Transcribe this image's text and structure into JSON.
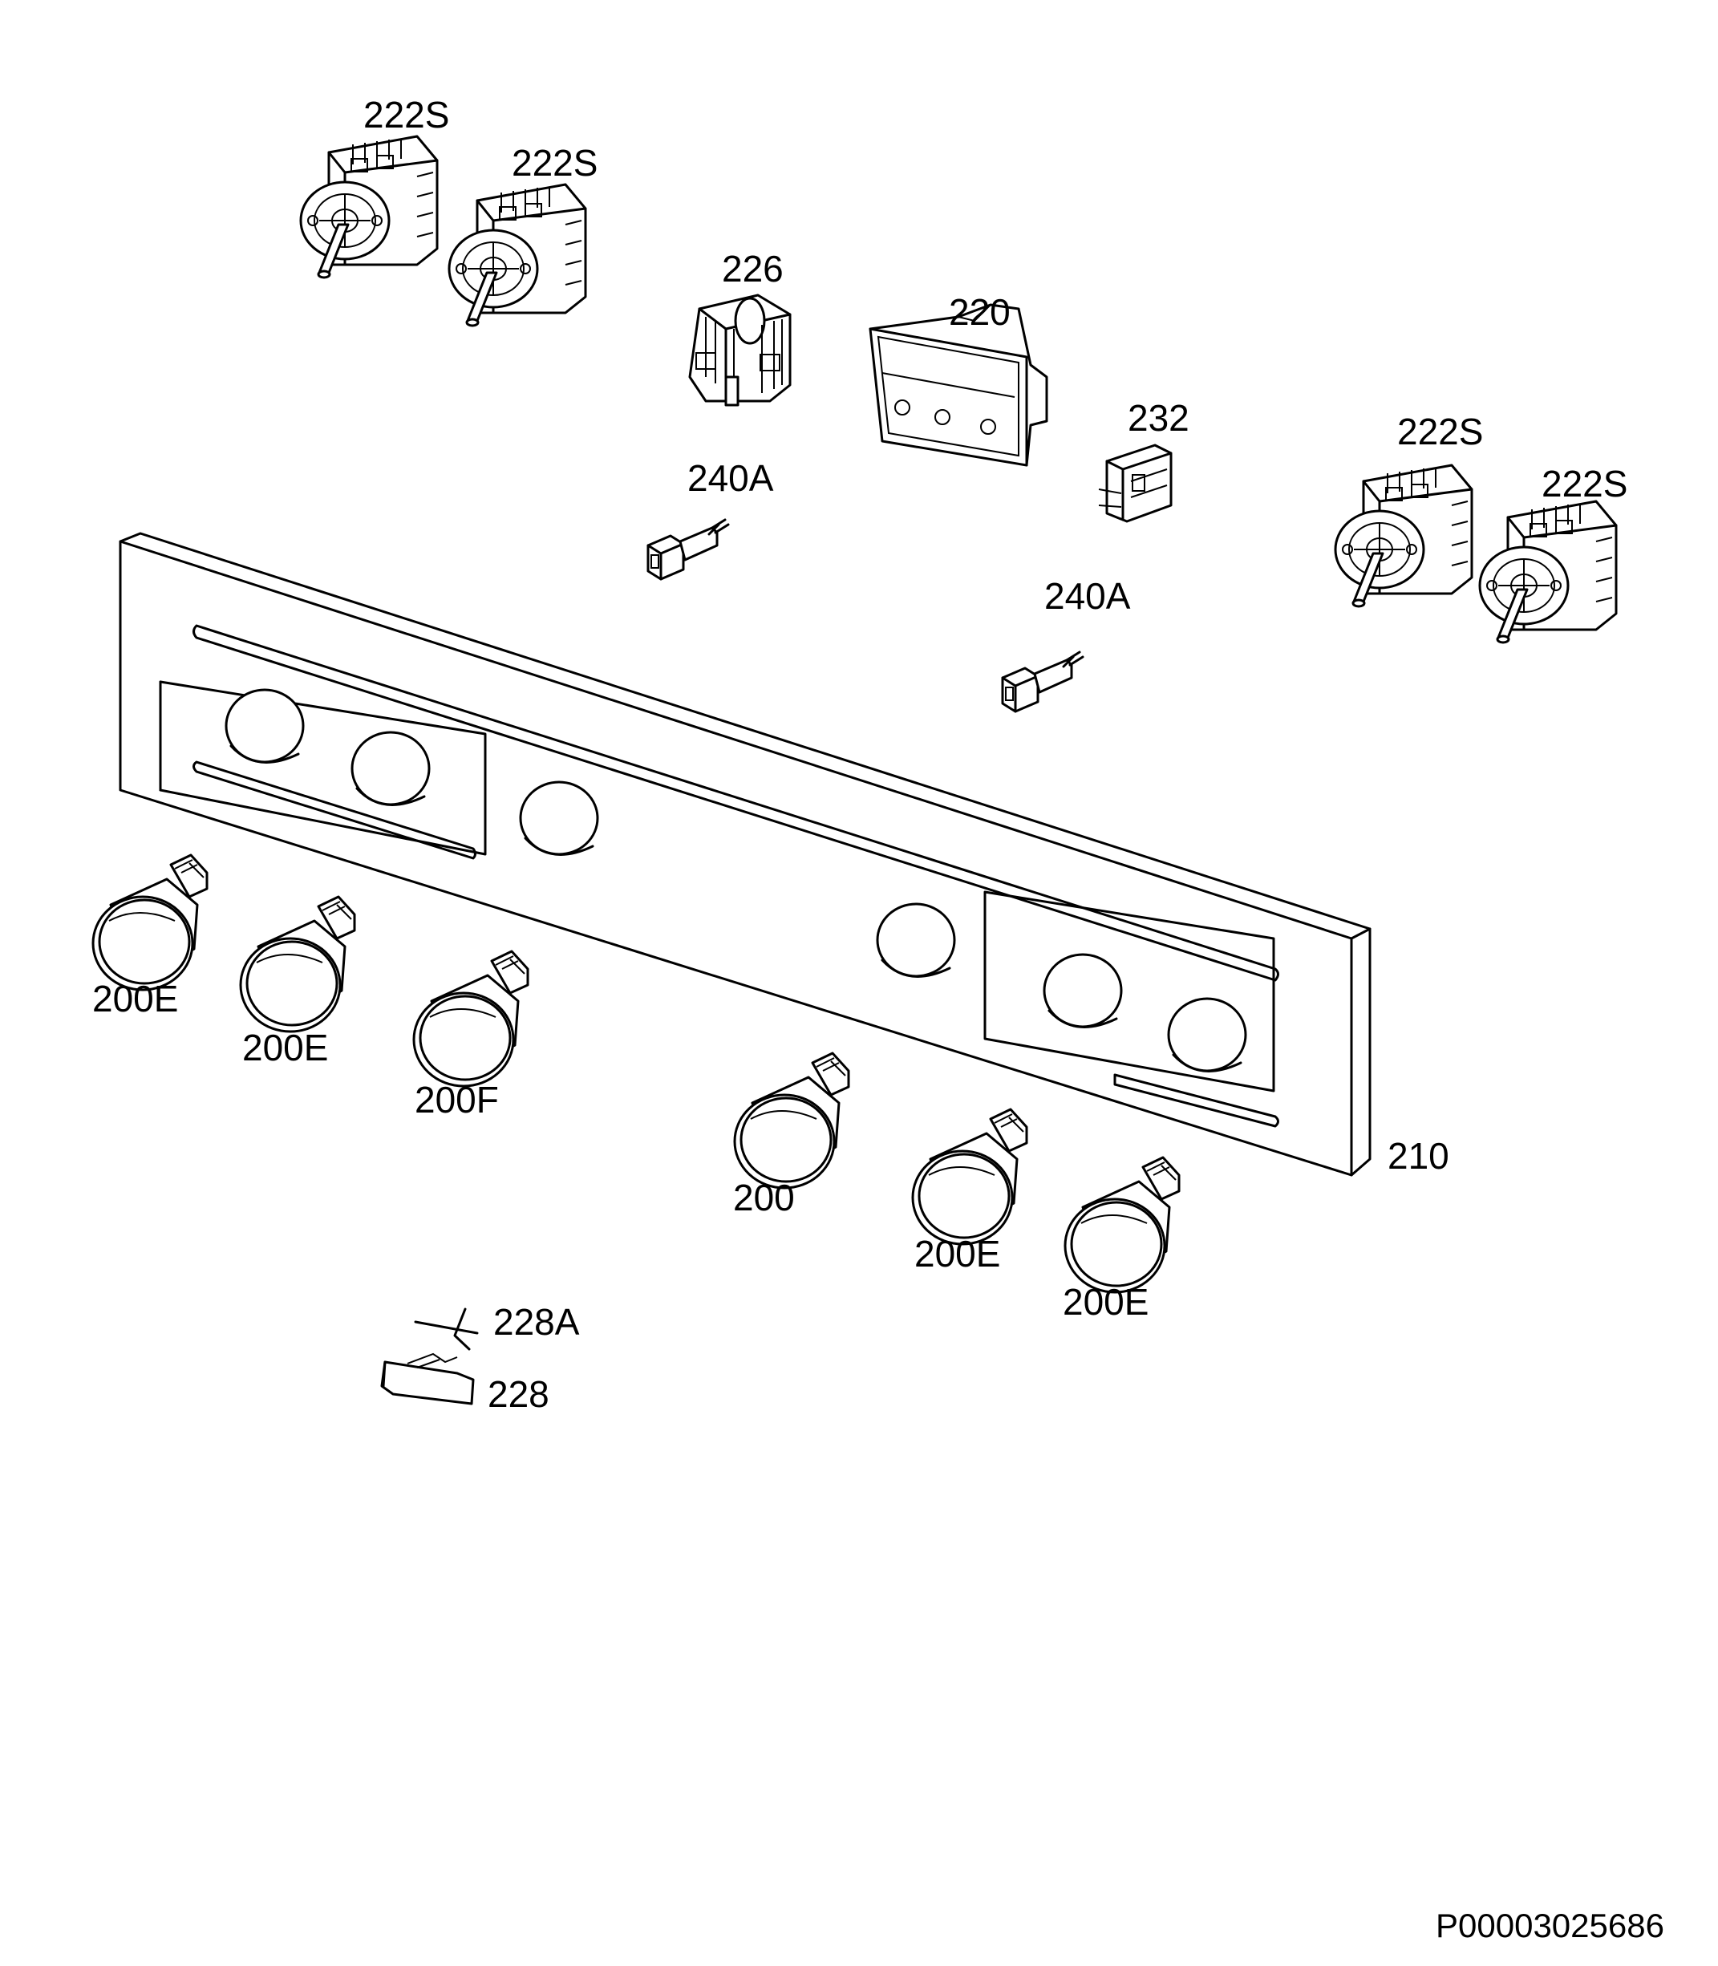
{
  "labels": {
    "selector_tl1": "222S",
    "selector_tl2": "222S",
    "selector_r1": "222S",
    "selector_r2": "222S",
    "switch": "226",
    "bezel": "220",
    "thermostat": "232",
    "lamp_left": "240A",
    "lamp_right": "240A",
    "panel": "210",
    "knob1": "200E",
    "knob2": "200E",
    "knob3": "200F",
    "knob4": "200",
    "knob5": "200E",
    "knob6": "200E",
    "rod": "228A",
    "handle": "228"
  },
  "doc_code": "P00003025686"
}
